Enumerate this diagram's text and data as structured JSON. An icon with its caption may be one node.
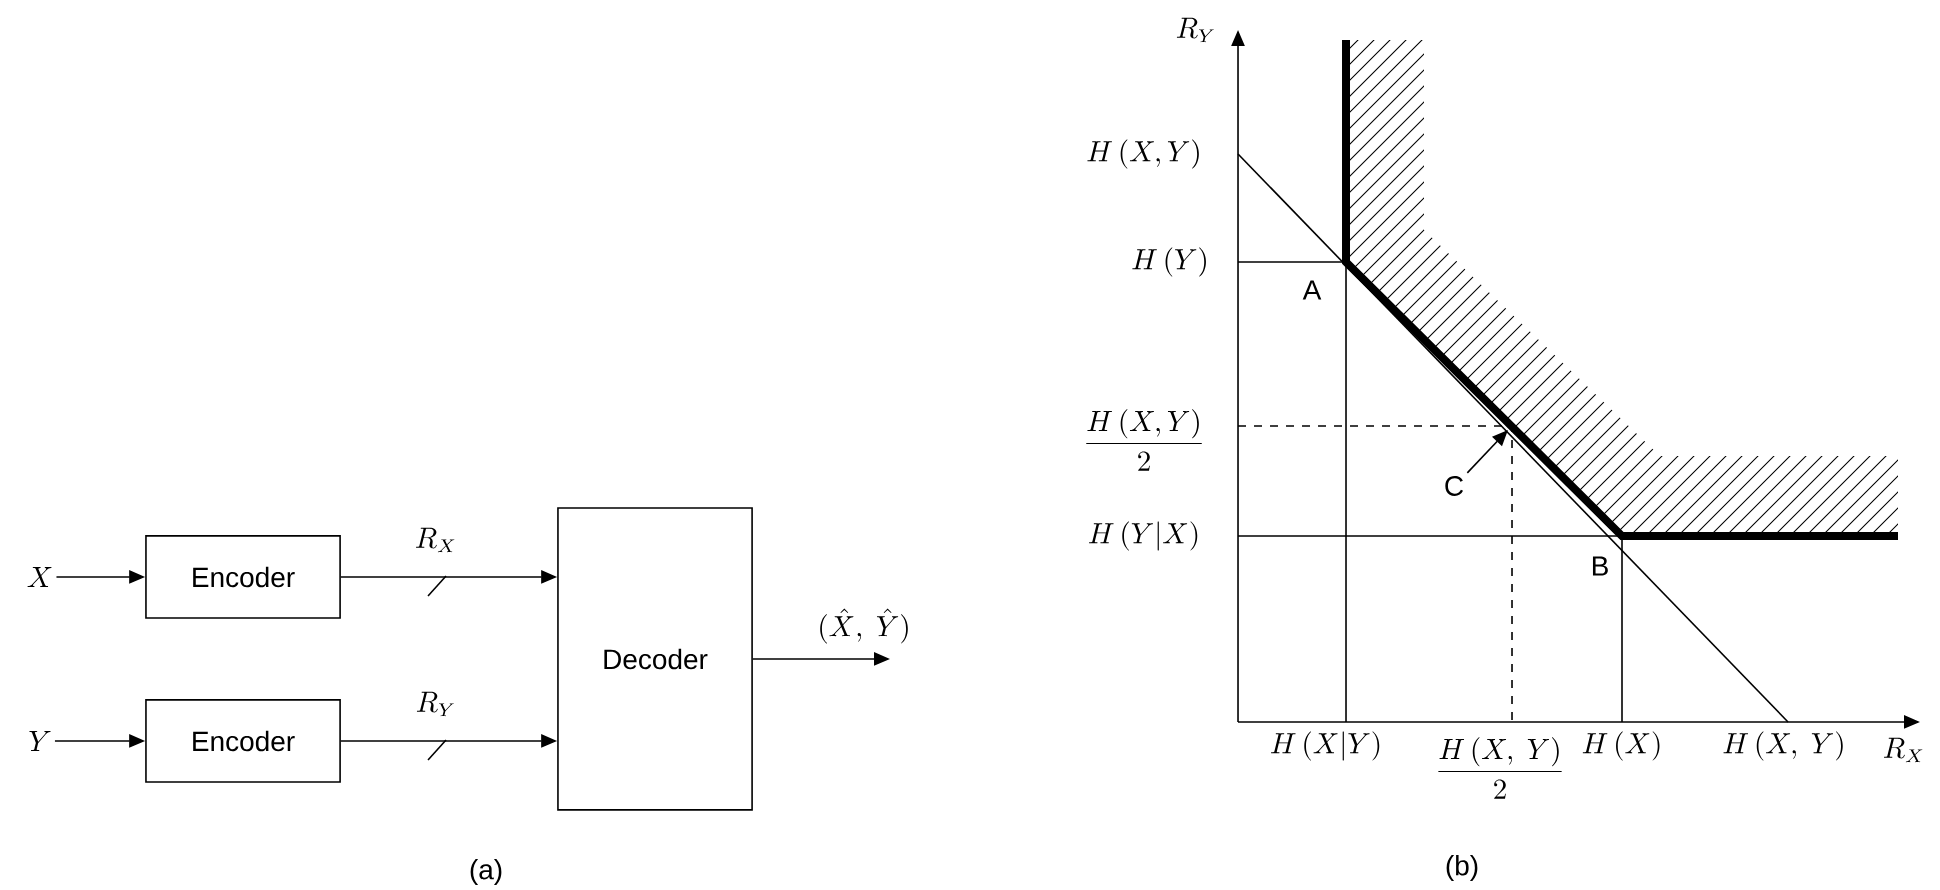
{
  "diagram": {
    "nodes": [
      {
        "text": [
          "X"
        ]
      },
      {
        "text": [
          "Encoder"
        ]
      },
      {
        "text": [
          "Y"
        ]
      },
      {
        "text": [
          "Encoder"
        ]
      },
      {
        "text": [
          "Decoder"
        ]
      },
      {
        "text": [
          "C"
        ]
      }
    ],
    "edges": [
      {
        "from": 0,
        "to": 1,
        "arrow": "to"
      },
      {
        "from": 1,
        "to": 4,
        "arrow": "to",
        "label": "R_X"
      },
      {
        "from": 2,
        "to": 3,
        "arrow": "to"
      },
      {
        "from": 3,
        "to": 4,
        "arrow": "to",
        "label": "R_Y"
      },
      {
        "from": 4,
        "to": null,
        "arrow": "to",
        "label": "(\\hat{X},\\ \\hat{Y})"
      },
      {
        "from": 5,
        "to": null,
        "arrow": "to"
      }
    ],
    "labels": [
      "R_Y",
      "H\\,(X,Y)",
      "H\\,(Y)",
      "A",
      "\\dfrac{H\\,(X,Y)}{2}",
      "H\\,(Y|X)",
      "B",
      "H\\,(X|Y)",
      "\\dfrac{H\\,(X,\\ Y)}{2}",
      "H\\,(X)",
      "H\\,(X,\\ Y)",
      "R_X",
      "(a)",
      "(b)"
    ]
  }
}
